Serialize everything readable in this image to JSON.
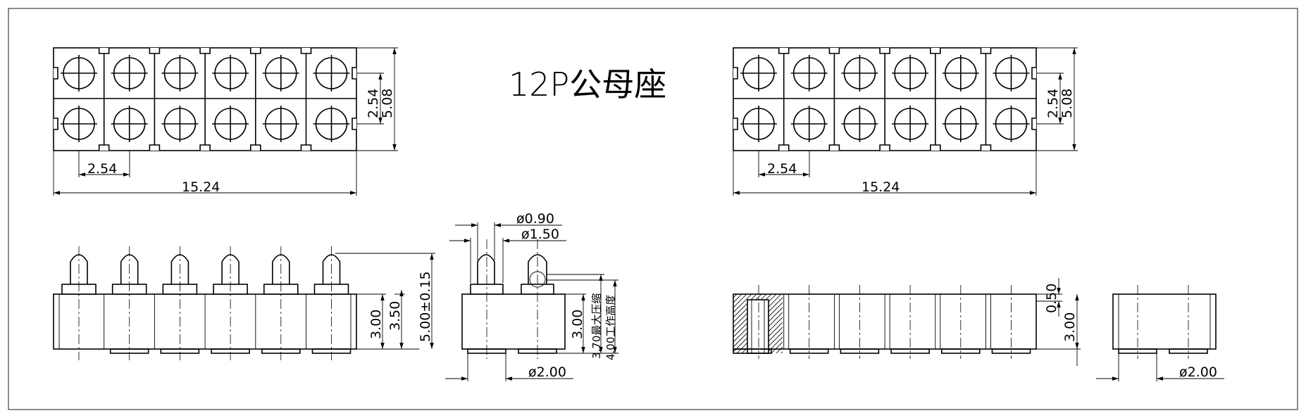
{
  "title": "12P公母座",
  "dims": {
    "pitch": "2.54",
    "row_span": "5.08",
    "length": "15.24",
    "header_height": "3.00",
    "pin_height": "3.50",
    "total_height": "5.00±0.15",
    "pin_dia_small": "ø0.90",
    "pin_dia_large": "ø1.50",
    "foot_dia": "ø2.00",
    "max_compress": "3.70最大压缩",
    "work_height": "4.00工作高度",
    "wall": "0.50"
  }
}
